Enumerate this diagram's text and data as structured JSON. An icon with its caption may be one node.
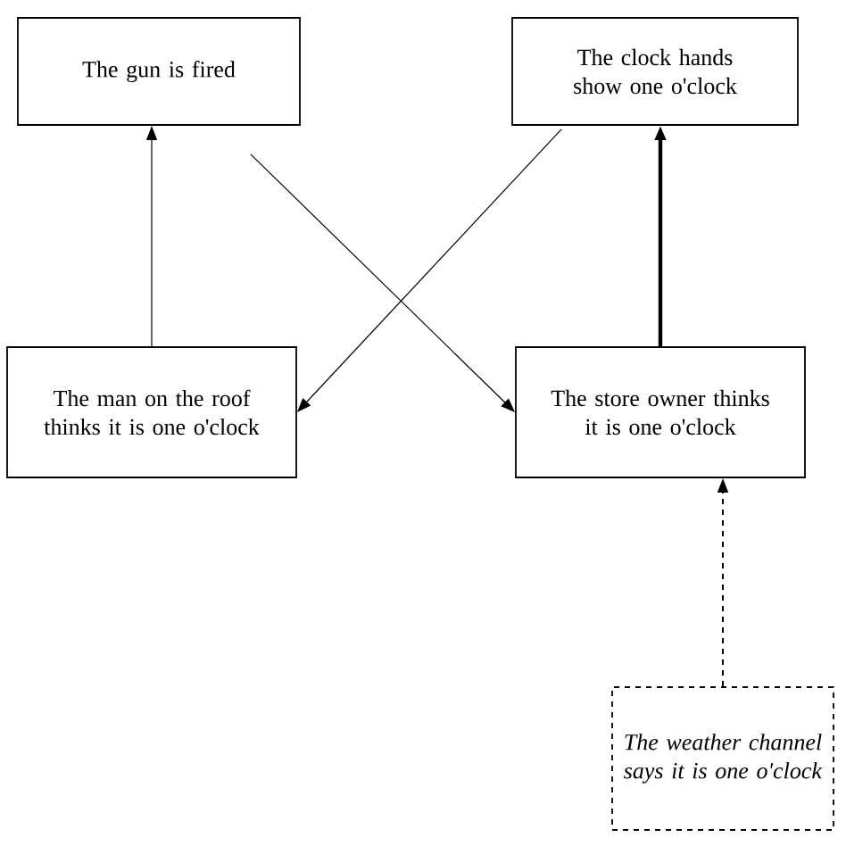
{
  "diagram": {
    "nodes": [
      {
        "text": [
          "The gun is fired"
        ]
      },
      {
        "text": [
          "The clock hands show one o'clock"
        ]
      },
      {
        "text": [
          "The man on the roof thinks it is one o'clock"
        ]
      },
      {
        "text": [
          "The store owner thinks it is one o'clock"
        ]
      },
      {
        "text": [
          "*The weather channel says it is one o'clock*"
        ]
      }
    ],
    "edges": [
      {
        "from": 2,
        "to": 0,
        "arrow": "to"
      },
      {
        "from": 1,
        "to": 2,
        "arrow": "to"
      },
      {
        "from": 0,
        "to": 3,
        "arrow": "to"
      },
      {
        "from": 3,
        "to": 1,
        "arrow": "to",
        "style": "thick"
      },
      {
        "from": 4,
        "to": 3,
        "arrow": "to",
        "style": "dashed"
      }
    ]
  }
}
